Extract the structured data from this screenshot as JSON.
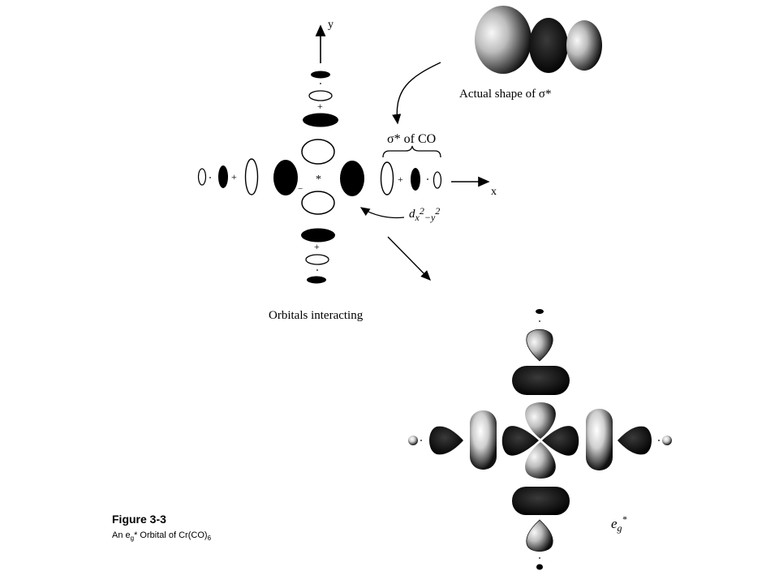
{
  "axes": {
    "y": "y",
    "x": "x"
  },
  "labels": {
    "actual_shape": "Actual shape of σ*",
    "sigma_star_co": "σ* of CO",
    "orbital_symbol_base": "d",
    "orbital_symbol_sub": "x",
    "orbital_symbol_exp1": "2",
    "orbital_symbol_mid": "−",
    "orbital_symbol_sub2": "y",
    "orbital_symbol_exp2": "2",
    "orbitals_interacting": "Orbitals interacting",
    "eg_label_base": "e",
    "eg_label_sub": "g",
    "eg_label_sup": "*"
  },
  "signs": {
    "plus": "+",
    "minus": "−",
    "center": "*"
  },
  "caption": {
    "title": "Figure 3-3",
    "text_prefix": "An e",
    "text_sub": "g",
    "text_mid": "* Orbital of Cr(CO)",
    "text_sub2": "6"
  },
  "colors": {
    "ink": "#000000",
    "paper": "#ffffff",
    "shade_light": "#e8e8e8",
    "shade_dark": "#1a1a1a"
  }
}
